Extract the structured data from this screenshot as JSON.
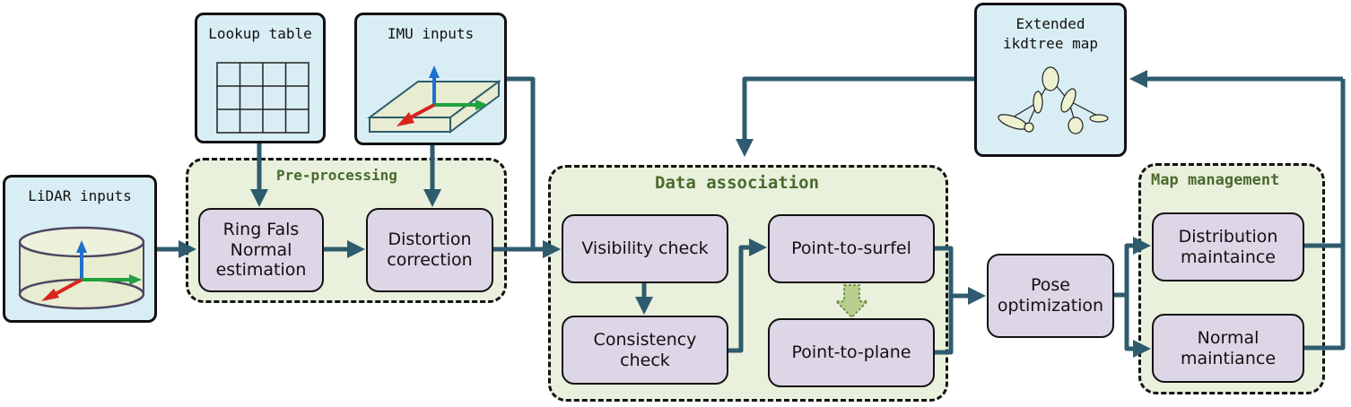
{
  "inputs": {
    "lidar": "LiDAR inputs",
    "lookup": "Lookup table",
    "imu": "IMU inputs",
    "map": "Extended\nikdtree map"
  },
  "groups": {
    "preprocessing": "Pre-processing",
    "data_association": "Data association",
    "map_management": "Map management"
  },
  "blocks": {
    "ring_fals": "Ring Fals\nNormal\nestimation",
    "distortion": "Distortion\ncorrection",
    "visibility": "Visibility check",
    "consistency": "Consistency\ncheck",
    "point_to_surfel": "Point-to-surfel",
    "point_to_plane": "Point-to-plane",
    "pose": "Pose\noptimization",
    "distribution": "Distribution\nmaintaince",
    "normal": "Normal\nmaintiance"
  },
  "colors": {
    "arrow": "#2e5c6e",
    "input_fill": "#d9eef4",
    "group_fill": "#e9f0dc",
    "block_fill": "#ddd6e6",
    "group_title": "#4a6a2c"
  }
}
